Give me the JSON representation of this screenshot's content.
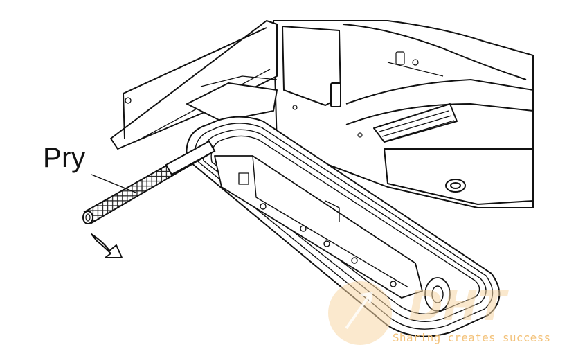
{
  "callout": {
    "label": "Pry"
  },
  "watermark": {
    "slogan": "Sharing creates success",
    "logo_text": "DHT",
    "color": "#f3c27a"
  },
  "icons": [
    "pry-bar-icon",
    "rotation-arrow-icon",
    "crawler-track-icon",
    "dozer-blade-icon",
    "cab-body-icon"
  ]
}
